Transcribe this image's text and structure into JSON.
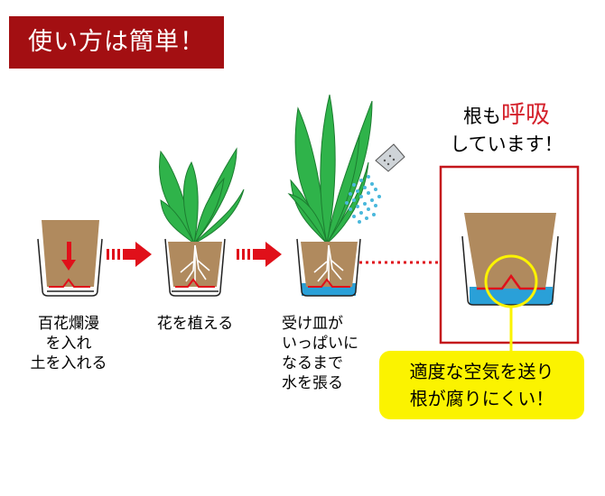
{
  "title": "使い方は簡単！",
  "steps": [
    {
      "lines": [
        "百花爛漫",
        "を入れ",
        "土を入れる"
      ]
    },
    {
      "lines": [
        "花を植える"
      ]
    },
    {
      "lines": [
        "受け皿が",
        "いっぱいに",
        "なるまで",
        "水を張る"
      ]
    }
  ],
  "breathing": {
    "prefix": "根も",
    "accent": "呼吸",
    "line2": "しています！"
  },
  "callout": {
    "line1": "適度な空気を送り",
    "line2": "根が腐りにくい！"
  },
  "colors": {
    "banner": "#a30f12",
    "arrow": "#e0101a",
    "soil": "#b08a5e",
    "water": "#2aa0d8",
    "leaf": "#2fb34a",
    "callout": "#fbf300"
  }
}
